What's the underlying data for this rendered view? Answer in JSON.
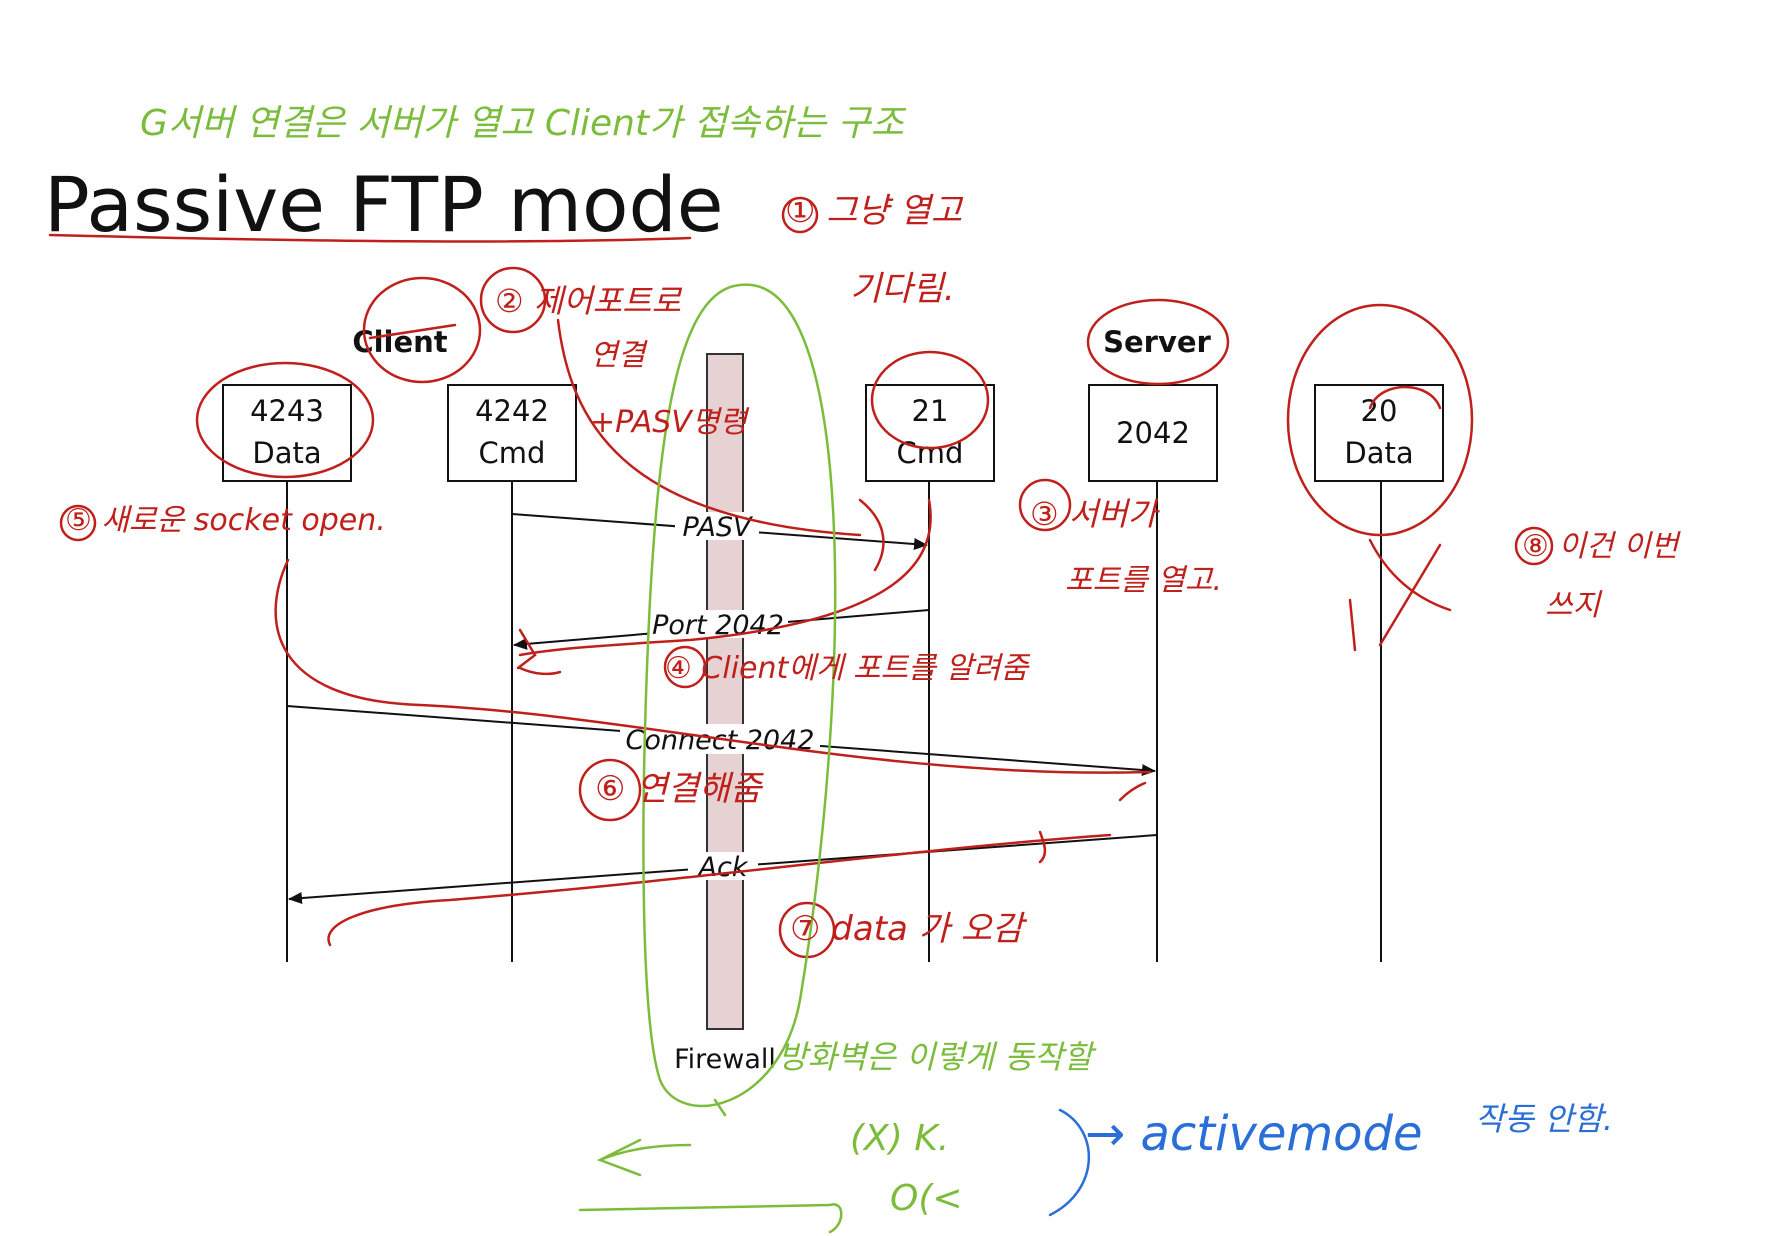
{
  "title": "Passive FTP mode",
  "actors": {
    "client": "Client",
    "server": "Server",
    "firewall": "Firewall"
  },
  "ports": [
    {
      "number": "4243",
      "role": "Data"
    },
    {
      "number": "4242",
      "role": "Cmd"
    },
    {
      "number": "21",
      "role": "Cmd"
    },
    {
      "number": "2042",
      "role": ""
    },
    {
      "number": "20",
      "role": "Data"
    }
  ],
  "messages": [
    {
      "label": "PASV"
    },
    {
      "label": "Port 2042"
    },
    {
      "label": "Connect 2042"
    },
    {
      "label": "Ack"
    }
  ],
  "annotations": {
    "top_note": "G서버 연결은 서버가 열고 Client가 접속하는 구조",
    "note_1": "① 그냥 열고",
    "note_1b": "기다림.",
    "note_2": "② 제어포트로",
    "note_2b": "연결",
    "note_2c": "+PASV명령",
    "note_3": "③ 서버가",
    "note_3b": "포트를 열고.",
    "note_4": "④ Client에게 포트를 알려줌",
    "note_5": "⑤ 새로운 socket open.",
    "note_6": "⑥ 연결해줌",
    "note_7": "⑦ data 가 오감",
    "note_8": "⑧ 이건 이번",
    "note_8b": "쓰지",
    "firewall_note": "방화벽은 이렇게 동작할",
    "firewall_sub1": "(X) K.",
    "firewall_sub2": "O(<",
    "active_note": "→ activemode",
    "active_note_b": "작동 안함."
  }
}
